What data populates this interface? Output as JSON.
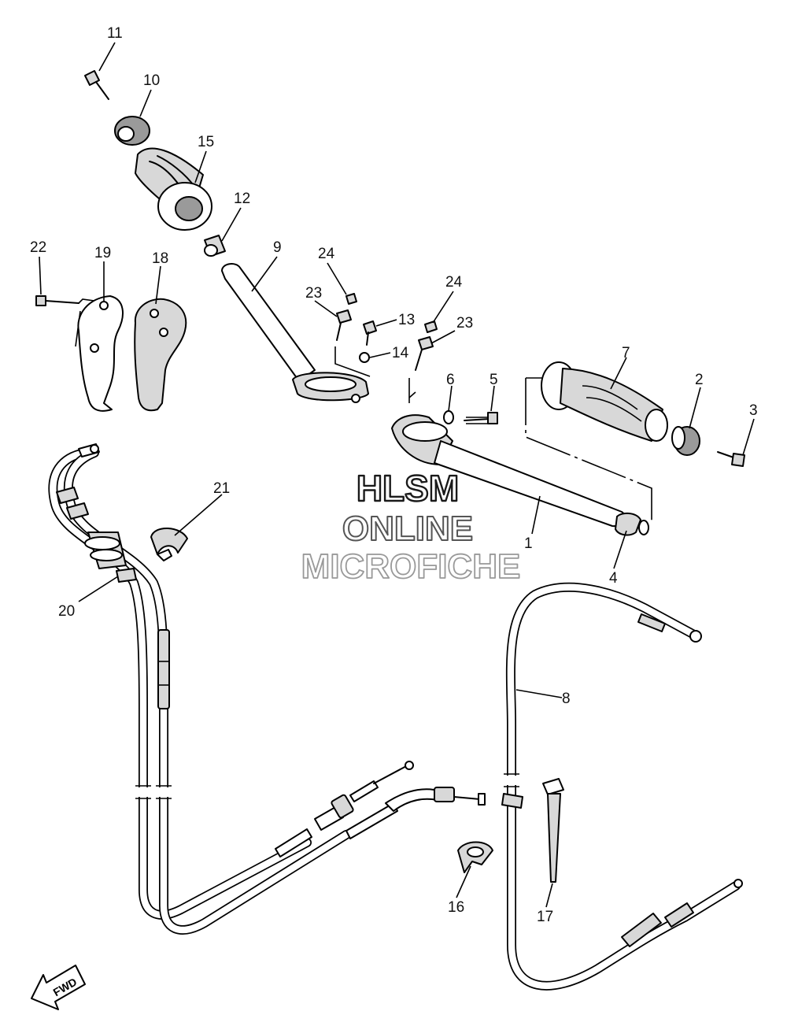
{
  "diagram": {
    "callouts": [
      {
        "id": "c1",
        "label": "1"
      },
      {
        "id": "c2",
        "label": "2"
      },
      {
        "id": "c3",
        "label": "3"
      },
      {
        "id": "c4",
        "label": "4"
      },
      {
        "id": "c5",
        "label": "5"
      },
      {
        "id": "c6",
        "label": "6"
      },
      {
        "id": "c7",
        "label": "7"
      },
      {
        "id": "c8",
        "label": "8"
      },
      {
        "id": "c9",
        "label": "9"
      },
      {
        "id": "c10",
        "label": "10"
      },
      {
        "id": "c11",
        "label": "11"
      },
      {
        "id": "c12",
        "label": "12"
      },
      {
        "id": "c13",
        "label": "13"
      },
      {
        "id": "c14",
        "label": "14"
      },
      {
        "id": "c15",
        "label": "15"
      },
      {
        "id": "c16",
        "label": "16"
      },
      {
        "id": "c17",
        "label": "17"
      },
      {
        "id": "c18",
        "label": "18"
      },
      {
        "id": "c19",
        "label": "19"
      },
      {
        "id": "c20",
        "label": "20"
      },
      {
        "id": "c21",
        "label": "21"
      },
      {
        "id": "c22",
        "label": "22"
      },
      {
        "id": "c23a",
        "label": "23"
      },
      {
        "id": "c23b",
        "label": "23"
      },
      {
        "id": "c24a",
        "label": "24"
      },
      {
        "id": "c24b",
        "label": "24"
      }
    ],
    "fwd_label": "FWD",
    "watermark": {
      "line1": "HLSM",
      "line2": "ONLINE",
      "line3": "MICROFICHE"
    }
  }
}
